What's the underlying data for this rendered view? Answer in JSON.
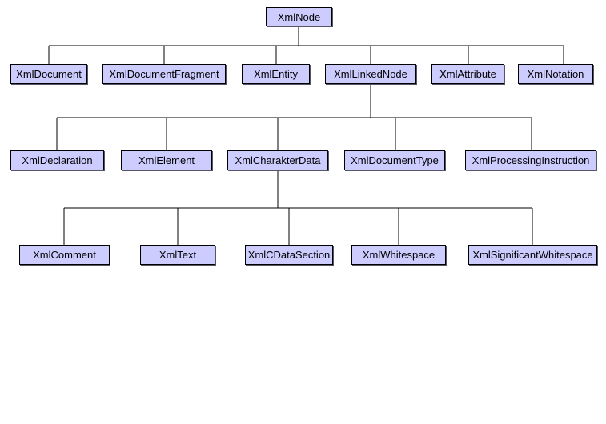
{
  "colors": {
    "node_fill": "#ccccff",
    "node_border": "#000000",
    "connector": "#000000",
    "background": "#ffffff"
  },
  "root": {
    "label": "XmlNode"
  },
  "level1": [
    {
      "label": "XmlDocument"
    },
    {
      "label": "XmlDocumentFragment"
    },
    {
      "label": "XmlEntity"
    },
    {
      "label": "XmlLinkedNode"
    },
    {
      "label": "XmlAttribute"
    },
    {
      "label": "XmlNotation"
    }
  ],
  "level2": [
    {
      "label": "XmlDeclaration"
    },
    {
      "label": "XmlElement"
    },
    {
      "label": "XmlCharakterData"
    },
    {
      "label": "XmlDocumentType"
    },
    {
      "label": "XmlProcessingInstruction"
    }
  ],
  "level3": [
    {
      "label": "XmlComment"
    },
    {
      "label": "XmlText"
    },
    {
      "label": "XmlCDataSection"
    },
    {
      "label": "XmlWhitespace"
    },
    {
      "label": "XmlSignificantWhitespace"
    }
  ]
}
